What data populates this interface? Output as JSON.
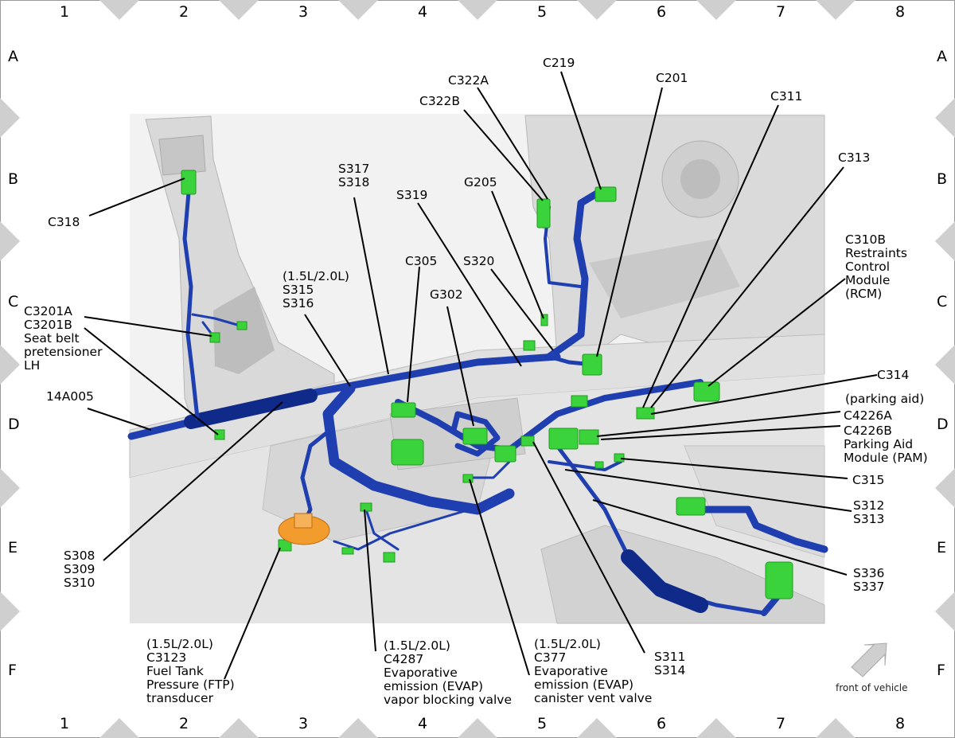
{
  "grid": {
    "columns": [
      "1",
      "2",
      "3",
      "4",
      "5",
      "6",
      "7",
      "8"
    ],
    "rows": [
      "A",
      "B",
      "C",
      "D",
      "E",
      "F"
    ]
  },
  "labels": {
    "c219": "C219",
    "c322a": "C322A",
    "c322b": "C322B",
    "c201": "C201",
    "c311": "C311",
    "c313": "C313",
    "c318": "C318",
    "s317_s318": "S317\nS318",
    "s319": "S319",
    "g205": "G205",
    "c310b": "C310B\nRestraints\nControl\nModule\n(RCM)",
    "c305": "C305",
    "s320": "S320",
    "s315_s316": "(1.5L/2.0L)\nS315\nS316",
    "g302": "G302",
    "c3201": "C3201A\nC3201B\nSeat belt\npretensioner\nLH",
    "c314": "C314",
    "parking_aid": "(parking aid)",
    "c4226a": "C4226A",
    "c4226b": "C4226B\nParking Aid\nModule (PAM)",
    "harness_14a005": "14A005",
    "c315": "C315",
    "s312_s313": "S312\nS313",
    "s308_s310": "S308\nS309\nS310",
    "s336_s337": "S336\nS337",
    "c3123": "(1.5L/2.0L)\nC3123\nFuel Tank\nPressure (FTP)\ntransducer",
    "c4287": "(1.5L/2.0L)\nC4287\nEvaporative\nemission (EVAP)\nvapor blocking valve",
    "c377": "(1.5L/2.0L)\nC377\nEvaporative\nemission (EVAP)\ncanister vent valve",
    "s311_s314": "S311\nS314"
  },
  "front_caption": "front of vehicle",
  "colors": {
    "harness": "#1f3fb0",
    "harness_dark": "#102a8a",
    "connector": "#3bd33b",
    "connector_dark": "#1e9b1e",
    "fuel_part": "#f39c2e",
    "body_panel": "#d4d4d4",
    "frame_gray": "#c8c8c8",
    "arrow_gray": "#c9c9c9"
  }
}
